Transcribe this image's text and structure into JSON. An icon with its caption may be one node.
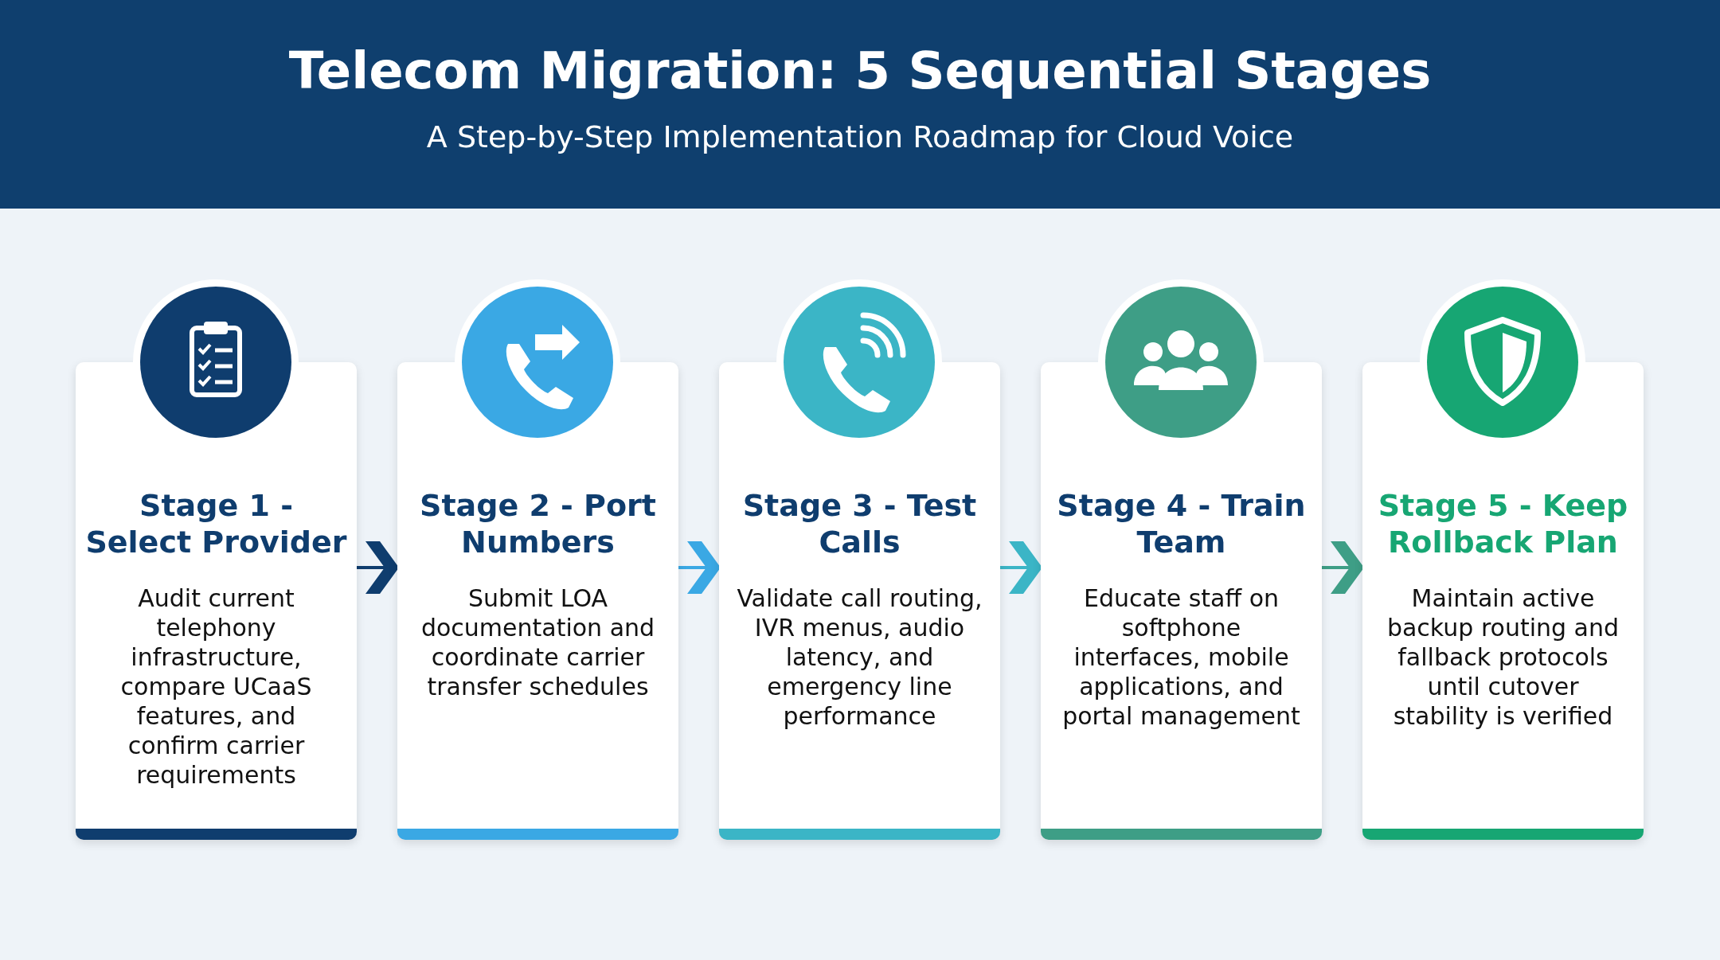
{
  "diagram": {
    "title": "Telecom Migration: 5 Sequential Stages",
    "nodes": [
      {
        "text": [
          "Stage 1 - Select Provider",
          "Audit current telephony infrastructure, compare UCaaS features, and confirm carrier requirements"
        ]
      },
      {
        "text": [
          "Stage 2 - Port Numbers",
          "Submit LOA documentation and coordinate carrier transfer schedules"
        ]
      },
      {
        "text": [
          "Stage 3 - Test Calls",
          "Validate call routing, IVR menus, audio latency, and emergency line performance"
        ]
      },
      {
        "text": [
          "Stage 4 - Train Team",
          "Educate staff on softphone interfaces, mobile applications, and portal management"
        ]
      },
      {
        "text": [
          "Stage 5 - Keep Rollback Plan",
          "Maintain active backup routing and fallback protocols until cutover stability is verified"
        ]
      }
    ],
    "edges": [
      {
        "from": 0,
        "to": 1,
        "arrow": "to",
        "color": "#0f3d6e"
      },
      {
        "from": 1,
        "to": 2,
        "arrow": "to",
        "color": "#3aa8e4"
      },
      {
        "from": 2,
        "to": 3,
        "arrow": "to",
        "color": "#3bb5c6"
      },
      {
        "from": 3,
        "to": 4,
        "arrow": "to",
        "color": "#3e9e86"
      }
    ],
    "labels": [
      "A Step-by-Step Implementation Roadmap for Cloud Voice"
    ]
  }
}
